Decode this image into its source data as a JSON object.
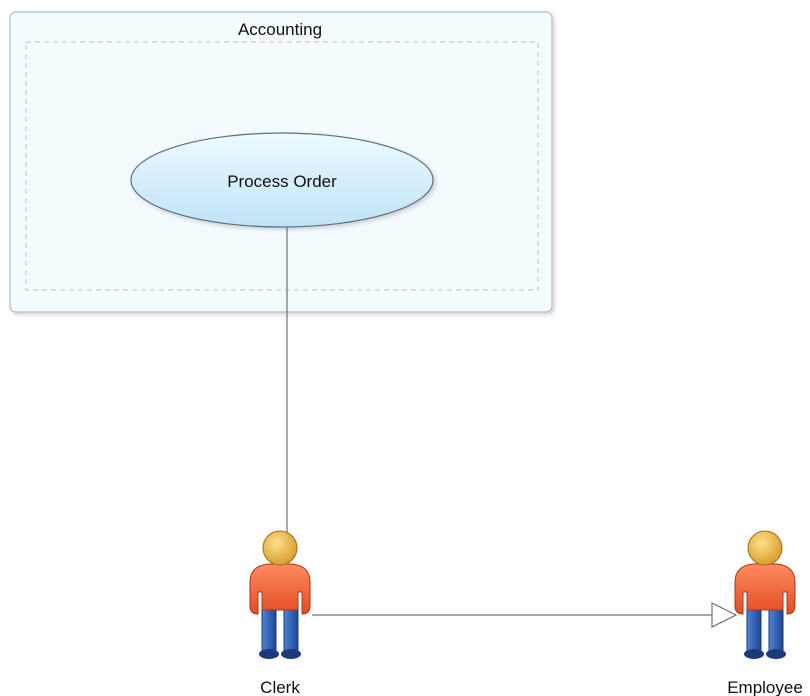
{
  "diagram": {
    "type": "use-case",
    "system_boundary": {
      "title": "Accounting"
    },
    "use_cases": [
      {
        "name": "Process Order"
      }
    ],
    "actors": [
      {
        "name": "Clerk"
      },
      {
        "name": "Employee"
      }
    ],
    "relationships": [
      {
        "type": "association",
        "from": "Clerk",
        "to": "Process Order"
      },
      {
        "type": "generalization",
        "from": "Clerk",
        "to": "Employee"
      }
    ],
    "colors": {
      "boundary_fill": "#f4fbff",
      "boundary_border": "#9fb7c9",
      "use_case_fill": "#c8ebfb",
      "use_case_border": "#5a6e7d",
      "actor_head": "#e4b548",
      "actor_body": "#f2623a",
      "actor_legs": "#2c5aa8",
      "connector": "#6f6f6f"
    }
  }
}
